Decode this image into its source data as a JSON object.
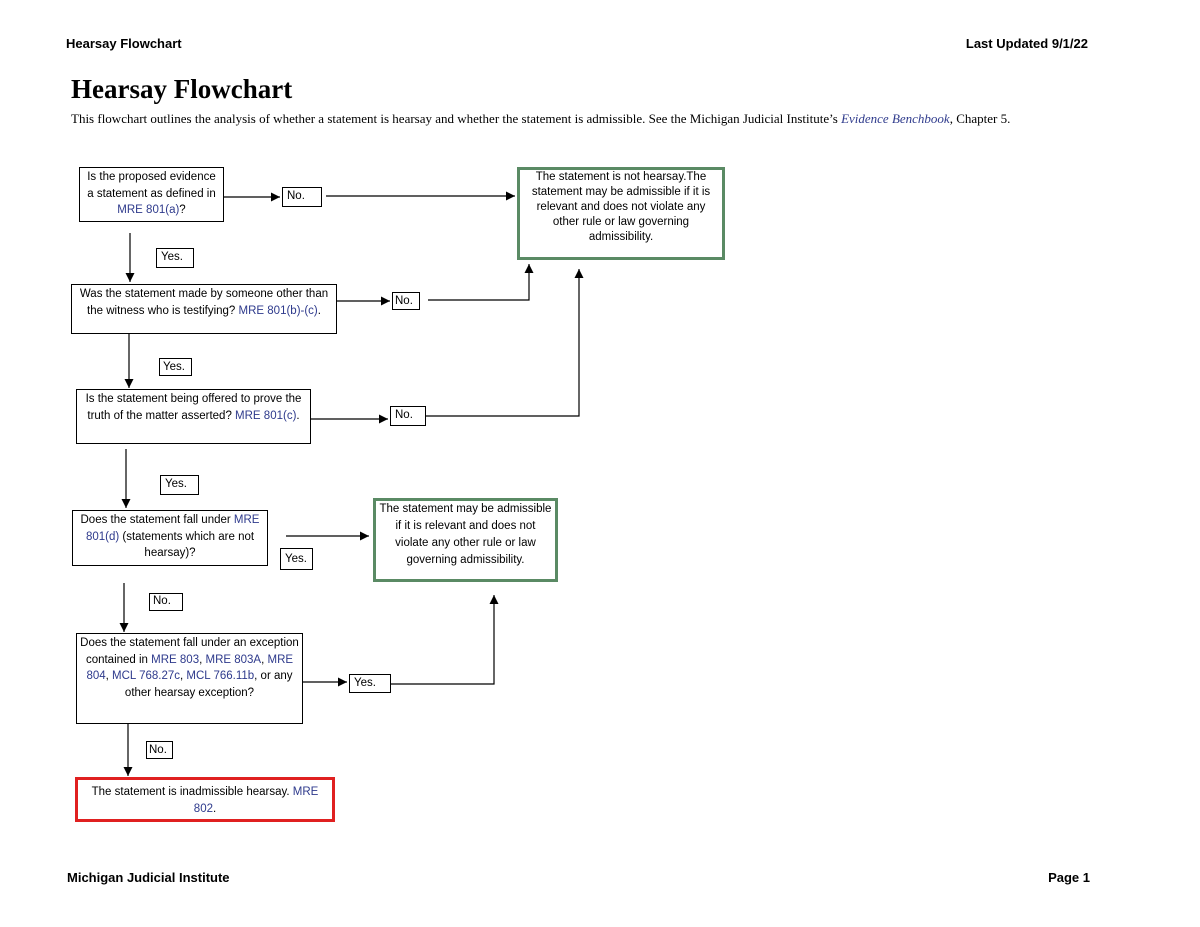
{
  "header": {
    "left": "Hearsay Flowchart",
    "right": "Last Updated 9/1/22"
  },
  "title": "Hearsay Flowchart",
  "intro": {
    "text_before": "This flowchart outlines the analysis of whether a statement is hearsay and whether the statement is admissible. See the Michigan Judicial Institute’s ",
    "link": "Evidence Benchbook",
    "text_after": ", Chapter 5."
  },
  "q1": {
    "text": "Is the proposed evidence a statement as defined in ",
    "ref": "MRE 801(a)",
    "end": "?"
  },
  "q2": {
    "text": "Was the statement made by someone other than the witness who is testifying? ",
    "ref": "MRE 801(b)-(c)",
    "end": "."
  },
  "q3": {
    "text": "Is the statement being offered to prove the truth of the matter asserted? ",
    "ref": "MRE 801(c)",
    "end": "."
  },
  "q4": {
    "text": "Does the statement fall under ",
    "ref": "MRE 801(d)",
    "end": " (statements which are not hearsay)?"
  },
  "q5": {
    "text": "Does the statement fall under an exception contained in ",
    "ref1": "MRE 803",
    "sep1": ", ",
    "ref2": "MRE 803A",
    "sep2": ", ",
    "ref3": "MRE 804",
    "sep3": ", ",
    "ref4": "MCL 768.27c",
    "sep4": ", ",
    "ref5": "MCL 766.11b",
    "end": ", or any other hearsay exception?"
  },
  "outcome_not_hearsay": "The statement is not hearsay.The statement may be admissible if it is relevant and does not violate any other rule or law governing admissibility.",
  "outcome_admissible": "The statement may be admissible if it is relevant and does not violate any other rule or law governing admissibility.",
  "outcome_inadmissible": {
    "text": "The statement is inadmissible hearsay. ",
    "ref": "MRE 802",
    "end": "."
  },
  "labels": {
    "no": "No.",
    "yes": "Yes."
  },
  "colors": {
    "link": "#2e3a8c",
    "green_border": "#5a8a64",
    "red_border": "#e02020"
  },
  "footer": {
    "left": "Michigan Judicial Institute",
    "right": "Page 1"
  }
}
